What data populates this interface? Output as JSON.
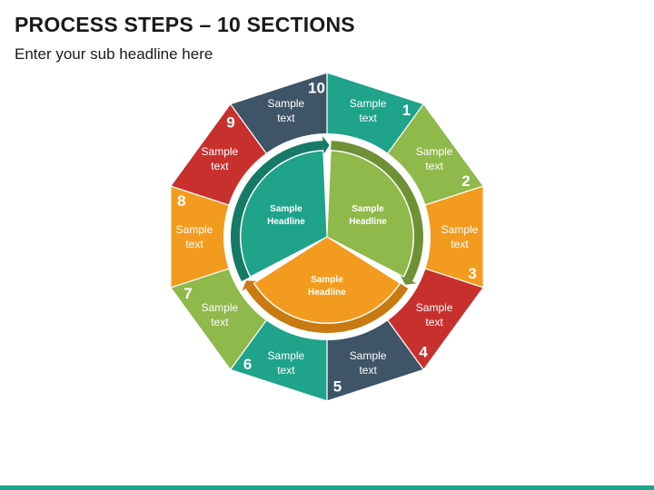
{
  "header": {
    "title": "PROCESS STEPS – 10 SECTIONS",
    "subtitle": "Enter your sub headline here"
  },
  "colors": {
    "teal": "#1FA38A",
    "light_green": "#8FB94B",
    "orange": "#F39B1F",
    "red": "#C8302E",
    "navy": "#3F5467",
    "footer": "#1FA38A"
  },
  "segments": [
    {
      "number": "1",
      "line1": "Sample",
      "line2": "text",
      "color": "#1FA38A"
    },
    {
      "number": "2",
      "line1": "Sample",
      "line2": "text",
      "color": "#8FB94B"
    },
    {
      "number": "3",
      "line1": "Sample",
      "line2": "text",
      "color": "#F39B1F"
    },
    {
      "number": "4",
      "line1": "Sample",
      "line2": "text",
      "color": "#C8302E"
    },
    {
      "number": "5",
      "line1": "Sample",
      "line2": "text",
      "color": "#3F5467"
    },
    {
      "number": "6",
      "line1": "Sample",
      "line2": "text",
      "color": "#1FA38A"
    },
    {
      "number": "7",
      "line1": "Sample",
      "line2": "text",
      "color": "#8FB94B"
    },
    {
      "number": "8",
      "line1": "Sample",
      "line2": "text",
      "color": "#F39B1F"
    },
    {
      "number": "9",
      "line1": "Sample",
      "line2": "text",
      "color": "#C8302E"
    },
    {
      "number": "10",
      "line1": "Sample",
      "line2": "text",
      "color": "#3F5467"
    }
  ],
  "center_sectors": [
    {
      "line1": "Sample",
      "line2": "Headline",
      "color": "#1FA38A",
      "dark_color": "#167A67"
    },
    {
      "line1": "Sample",
      "line2": "Headline",
      "color": "#8FB94B",
      "dark_color": "#6E9136"
    },
    {
      "line1": "Sample",
      "line2": "Headline",
      "color": "#F39B1F",
      "dark_color": "#C97A10"
    }
  ]
}
